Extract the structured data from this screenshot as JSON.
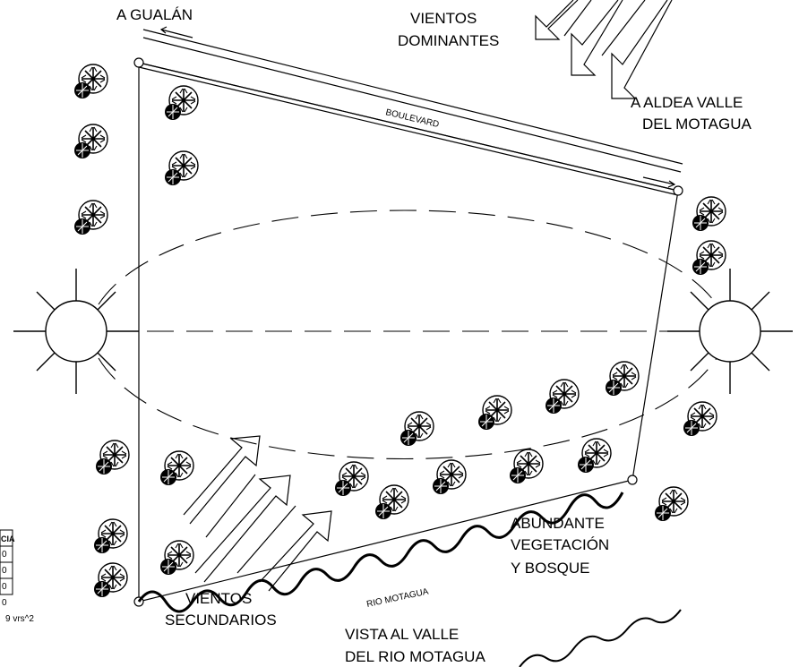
{
  "labels": {
    "to_gualan": "A GUALÁN",
    "wind_dominant_1": "VIENTOS",
    "wind_dominant_2": "DOMINANTES",
    "to_aldea_1": "A ALDEA VALLE",
    "to_aldea_2": "DEL MOTAGUA",
    "boulevard": "BOULEVARD",
    "vegetation_1": "ABUNDANTE",
    "vegetation_2": "VEGETACIÓN",
    "vegetation_3": "Y BOSQUE",
    "river": "RIO MOTAGUA",
    "wind_secondary_1": "VIENTOS",
    "wind_secondary_2": "SECUNDARIOS",
    "view_1": "VISTA AL VALLE",
    "view_2": "DEL RIO MOTAGUA"
  },
  "table": {
    "header": "CIA",
    "rows": [
      "0",
      "0",
      "0",
      "0"
    ],
    "area": "9  vrs^2"
  }
}
